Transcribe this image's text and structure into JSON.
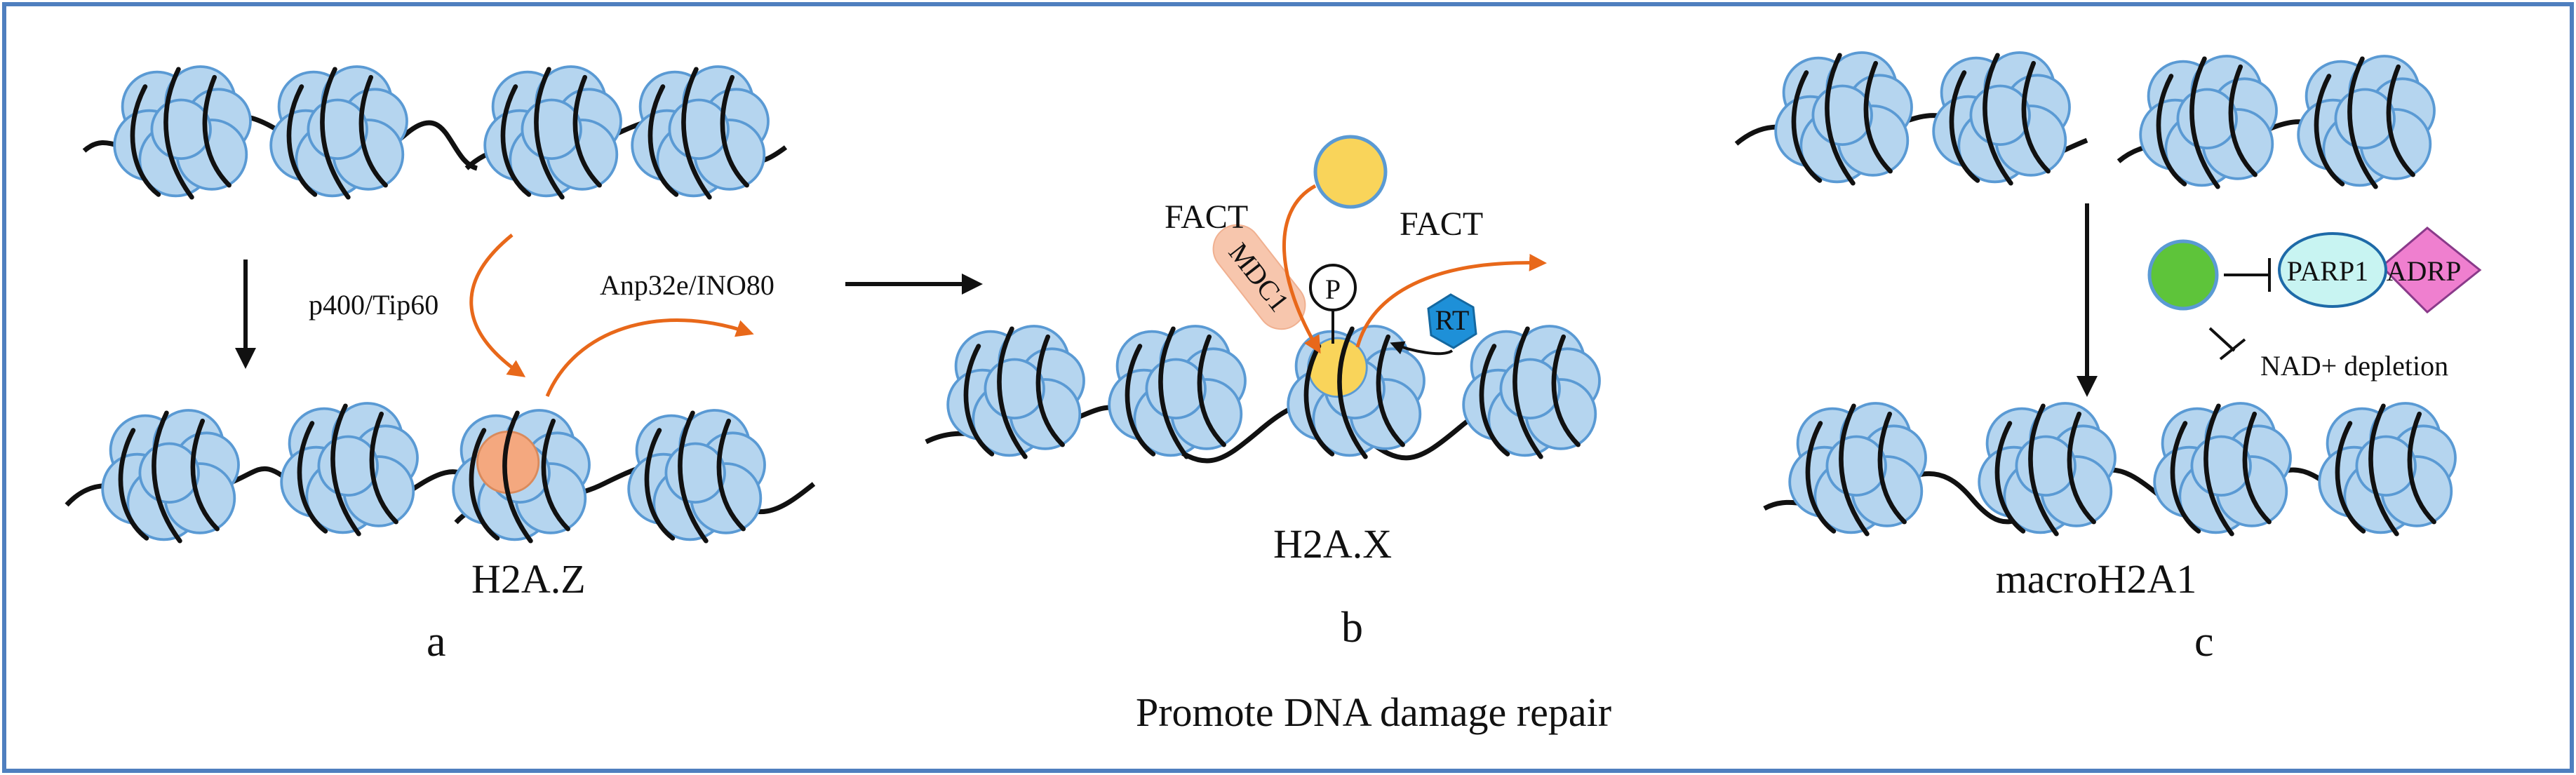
{
  "figure": {
    "caption": "Promote DNA damage repair",
    "colors": {
      "frame": "#4f7fbf",
      "nucleosome_fill": "#b5d5ef",
      "nucleosome_stroke": "#5a9ad4",
      "dna": "#111111",
      "arrow_orange": "#e8681a",
      "h2az_variant": "#f4a87f",
      "h2ax_variant": "#f9d45a",
      "mdc1_fill": "#f7c6ad",
      "rt_fill": "#1e90d8",
      "green_ligand": "#5ec43a",
      "parp1_fill": "#c8f4f2",
      "adrp_fill": "#ef7fcf"
    }
  },
  "panel_a": {
    "letter": "a",
    "variant_label": "H2A.Z",
    "enzyme_in": "p400/Tip60",
    "enzyme_out": "Anp32e/INO80"
  },
  "panel_b": {
    "letter": "b",
    "variant_label": "H2A.X",
    "fact_left": "FACT",
    "fact_right": "FACT",
    "mdc1": "MDC1",
    "phospho": "P",
    "rt": "RT"
  },
  "panel_c": {
    "letter": "c",
    "variant_label": "macroH2A1",
    "parp1": "PARP1",
    "adrp": "ADRP",
    "nad": "NAD+ depletion"
  }
}
